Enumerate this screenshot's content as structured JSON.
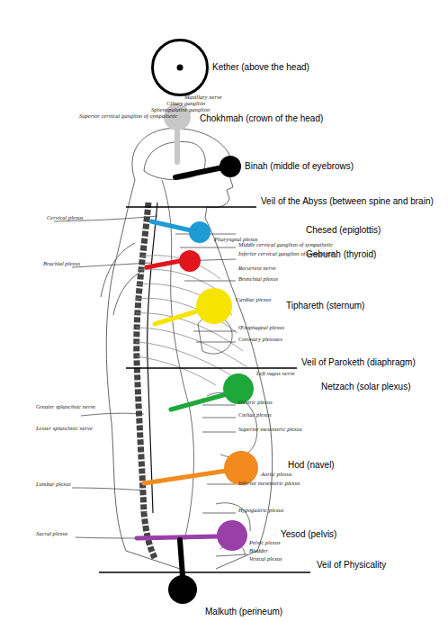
{
  "diagram": {
    "nodes": [
      {
        "text": [
          "Kether  (above the head)"
        ]
      },
      {
        "text": [
          "Chokhmah (crown of the head)"
        ]
      },
      {
        "text": [
          "Binah (middle of eyebrows)"
        ]
      },
      {
        "text": [
          "Chesed (epiglottis)"
        ]
      },
      {
        "text": [
          "Geburah (thyroid)"
        ]
      },
      {
        "text": [
          "Tiphareth (sternum)"
        ]
      },
      {
        "text": [
          "Netzach (solar plexus)"
        ]
      },
      {
        "text": [
          "Hod (navel)"
        ]
      },
      {
        "text": [
          "Yesod (pelvis)"
        ]
      },
      {
        "text": [
          "Malkuth (perineum)"
        ]
      }
    ],
    "labels": [
      "Maxillary nerve",
      "Ciliary ganglion",
      "Sphenopalatine ganglion",
      "Superior cervical ganglion of sympathetic",
      "Veil of the Abyss (between spine and brain)",
      "Cervical plexus",
      "Pharyngeal plexus",
      "Middle cervical ganglion of sympathetic",
      "Inferior cervical ganglion of sympathetic",
      "Brachial plexus",
      "Recurrent nerve",
      "Bronchial plexus",
      "Cardiac plexus",
      "Œsophageal plexus",
      "Coronary plexuses",
      "Veil of Paroketh (diaphragm)",
      "Left vagus nerve",
      "Greater splanchnic nerve",
      "Gastric plexus",
      "Cœliac plexus",
      "Lesser splanchnic nerve",
      "Superior mesenteric plexus",
      "Aortic plexus",
      "Inferior mesenteric plexus",
      "Lumbar plexus",
      "Hypogastric plexus",
      "Sacral plexus",
      "Pelvic plexus",
      "Bladder",
      "Vesical plexus",
      "Veil of Physicality"
    ]
  }
}
